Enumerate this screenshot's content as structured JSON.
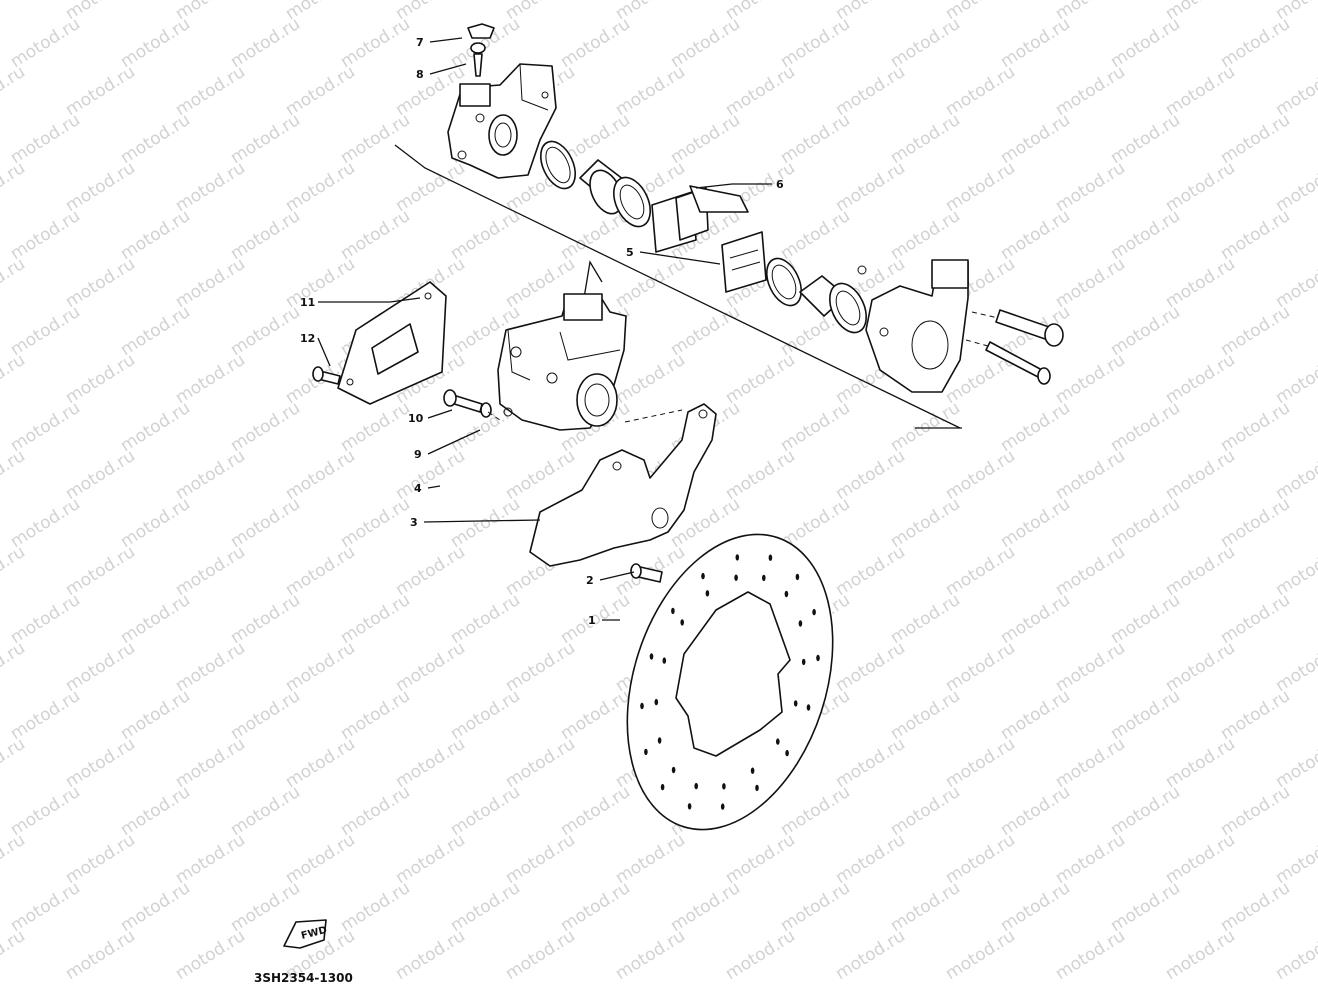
{
  "diagram": {
    "code": "3SH2354-1300",
    "watermark": "motod.ru",
    "direction_badge": "FWD",
    "callouts": [
      "1",
      "2",
      "3",
      "4",
      "5",
      "6",
      "7",
      "8",
      "9",
      "10",
      "11",
      "12"
    ]
  }
}
